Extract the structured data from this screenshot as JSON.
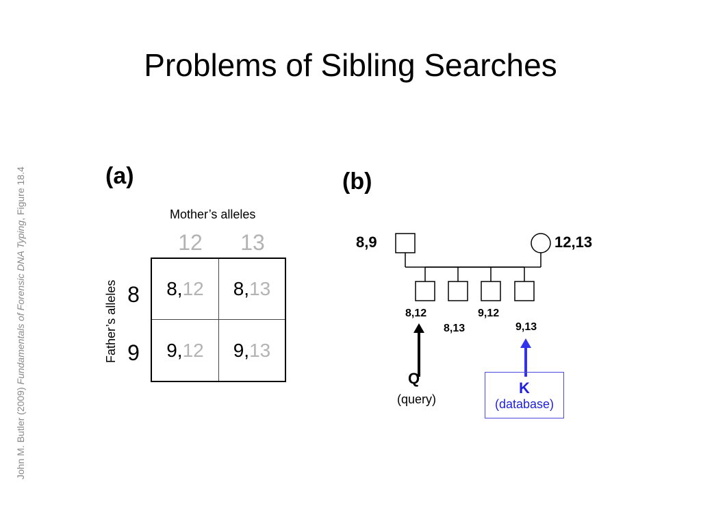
{
  "title": "Problems of Sibling Searches",
  "credit": {
    "author_year": "John M. Butler (2009) ",
    "book": "Fundamentals of Forensic DNA Typing",
    "figure": ", Figure 18.4"
  },
  "panel_a": {
    "label": "(a)",
    "mother_label": "Mother’s alleles",
    "mother_alleles": [
      "12",
      "13"
    ],
    "father_label": "Father’s alleles",
    "father_alleles": [
      "8",
      "9"
    ],
    "cells": [
      {
        "father": "8,",
        "mother": "12"
      },
      {
        "father": "8,",
        "mother": "13"
      },
      {
        "father": "9,",
        "mother": "12"
      },
      {
        "father": "9,",
        "mother": "13"
      }
    ]
  },
  "panel_b": {
    "label": "(b)",
    "father_genotype": "8,9",
    "mother_genotype": "12,13",
    "children": [
      "8,12",
      "8,13",
      "9,12",
      "9,13"
    ],
    "query": {
      "letter": "Q",
      "desc": "(query)"
    },
    "database": {
      "letter": "K",
      "desc": "(database)",
      "color": "#2020e0"
    }
  }
}
